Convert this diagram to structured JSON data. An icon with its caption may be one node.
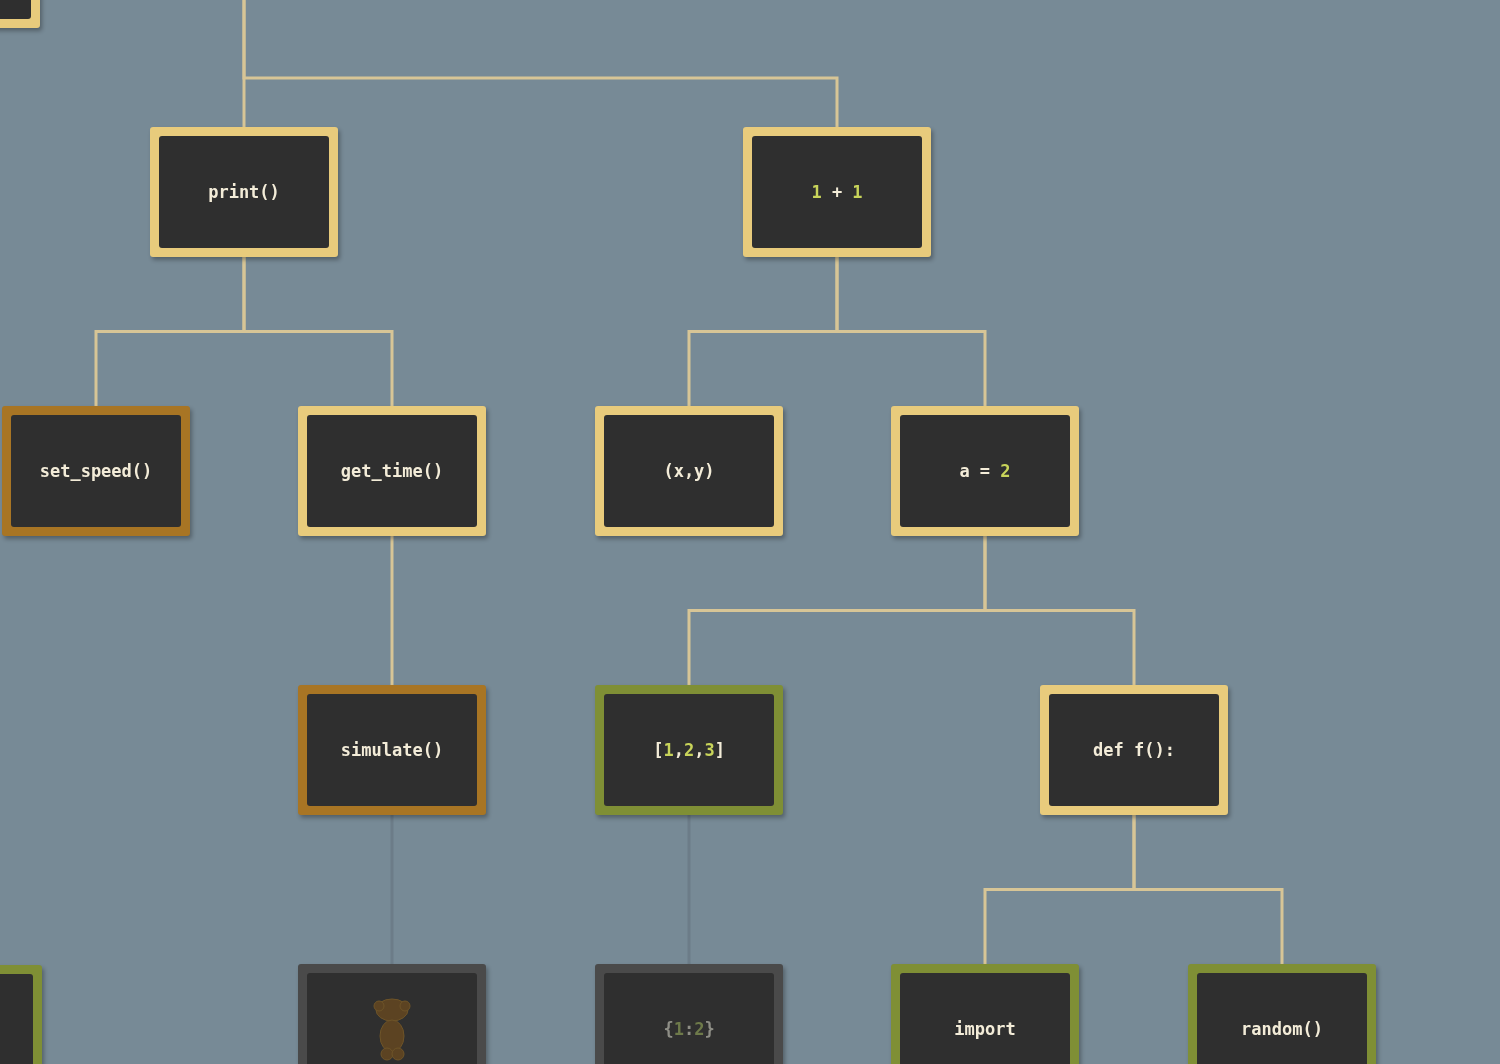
{
  "diagram": {
    "nodes": [
      {
        "text": [],
        "shape": "box"
      },
      {
        "text": [
          "print()"
        ]
      },
      {
        "text": [
          "1 + 1"
        ]
      },
      {
        "text": [
          "set_speed()"
        ]
      },
      {
        "text": [
          "get_time()"
        ]
      },
      {
        "text": [
          "(x,y)"
        ]
      },
      {
        "text": [
          "a = 2"
        ]
      },
      {
        "text": [
          "simulate()"
        ]
      },
      {
        "text": [
          "[1,2,3]"
        ]
      },
      {
        "text": [
          "def f():"
        ]
      },
      {
        "text": [],
        "shape": "box"
      },
      {
        "text": [],
        "shape": "picture"
      },
      {
        "text": [
          "{1:2}"
        ]
      },
      {
        "text": [
          "import"
        ]
      },
      {
        "text": [
          "random()"
        ]
      }
    ],
    "edges": [
      {
        "from": null,
        "to": 1,
        "arrow": "none"
      },
      {
        "from": null,
        "to": 2,
        "arrow": "none"
      },
      {
        "from": 1,
        "to": 3,
        "arrow": "none"
      },
      {
        "from": 1,
        "to": 4,
        "arrow": "none"
      },
      {
        "from": 2,
        "to": 5,
        "arrow": "none"
      },
      {
        "from": 2,
        "to": 6,
        "arrow": "none"
      },
      {
        "from": 4,
        "to": 7,
        "arrow": "none"
      },
      {
        "from": 6,
        "to": 8,
        "arrow": "none"
      },
      {
        "from": 6,
        "to": 9,
        "arrow": "none"
      },
      {
        "from": 7,
        "to": 11,
        "arrow": "none",
        "color": "#6c7c88"
      },
      {
        "from": 8,
        "to": 12,
        "arrow": "none",
        "color": "#6c7c88"
      },
      {
        "from": 9,
        "to": 13,
        "arrow": "none"
      },
      {
        "from": 9,
        "to": 14,
        "arrow": "none"
      }
    ]
  }
}
